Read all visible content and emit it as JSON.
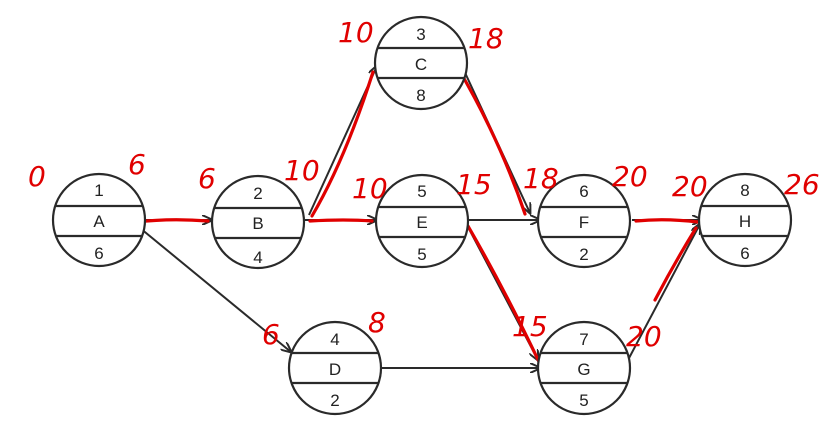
{
  "nodes": [
    {
      "id": "1",
      "name": "A",
      "duration": "6"
    },
    {
      "id": "2",
      "name": "B",
      "duration": "4"
    },
    {
      "id": "3",
      "name": "C",
      "duration": "8"
    },
    {
      "id": "4",
      "name": "D",
      "duration": "2"
    },
    {
      "id": "5",
      "name": "E",
      "duration": "5"
    },
    {
      "id": "6",
      "name": "F",
      "duration": "2"
    },
    {
      "id": "7",
      "name": "G",
      "duration": "5"
    },
    {
      "id": "8",
      "name": "H",
      "duration": "6"
    }
  ],
  "annotations": {
    "a_start": "0",
    "a_finish": "6",
    "b_start": "6",
    "b_finish": "10",
    "c_start": "10",
    "c_finish": "18",
    "d_start": "6",
    "d_finish": "8",
    "e_start": "10",
    "e_finish": "15",
    "f_start": "18",
    "f_finish": "20",
    "g_start": "15",
    "g_finish": "20",
    "h_start": "20",
    "h_finish": "26"
  },
  "colors": {
    "ink": "#2a2a2a",
    "handwriting": "#e00000"
  }
}
